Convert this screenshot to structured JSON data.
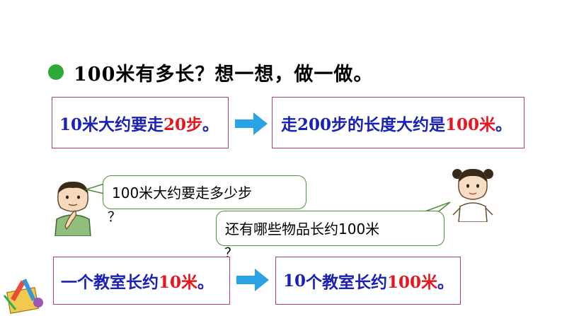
{
  "heading": {
    "text": "100米有多长？想一想，做一做。",
    "bullet_color": "#2ea836"
  },
  "row1": {
    "left_box": {
      "parts": [
        {
          "text": "10米",
          "color": "blue"
        },
        {
          "text": "大约要走",
          "color": "blue"
        },
        {
          "text": "20步",
          "color": "red"
        },
        {
          "text": "。",
          "color": "blue"
        }
      ]
    },
    "right_box": {
      "parts": [
        {
          "text": "走",
          "color": "blue"
        },
        {
          "text": "200步",
          "color": "blue"
        },
        {
          "text": "的长度大约是",
          "color": "blue"
        },
        {
          "text": "100米",
          "color": "red"
        },
        {
          "text": "。",
          "color": "blue"
        }
      ]
    }
  },
  "bubbles": {
    "boy": {
      "text": "100米大约要走多少步",
      "qmark": "？"
    },
    "girl": {
      "text": "还有哪些物品长约100米",
      "qmark": "？"
    }
  },
  "row2": {
    "left_box": {
      "parts": [
        {
          "text": "一个教室长约",
          "color": "blue"
        },
        {
          "text": "10米",
          "color": "red"
        },
        {
          "text": "。",
          "color": "blue"
        }
      ]
    },
    "right_box": {
      "parts": [
        {
          "text": "10",
          "color": "blue"
        },
        {
          "text": "个教室长约",
          "color": "blue"
        },
        {
          "text": "100米",
          "color": "red"
        },
        {
          "text": "。",
          "color": "blue"
        }
      ]
    }
  },
  "colors": {
    "blue": "#1a21b6",
    "red": "#e8141e",
    "box_border": "#b0407c",
    "bubble_border": "#4b8f3a",
    "arrow": "#2aa3e6"
  },
  "icons": {
    "arrow": "arrow-right-icon",
    "boy": "thinking-boy-icon",
    "girl": "girl-icon",
    "stationery": "stationery-icon"
  }
}
